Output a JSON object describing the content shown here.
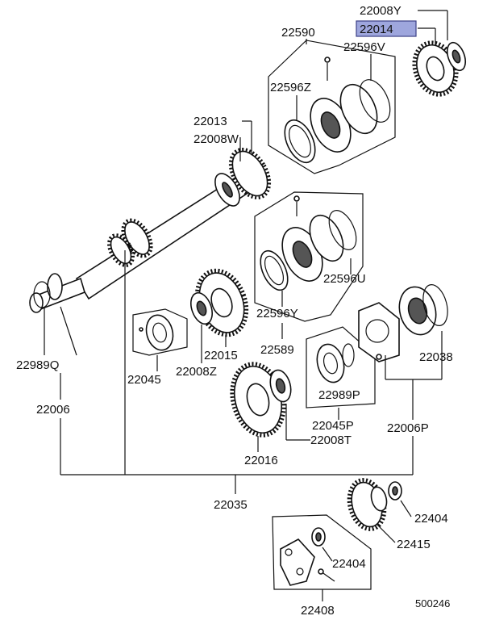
{
  "diagram_number": "500246",
  "highlighted_part": "22014",
  "highlight_color": "#9ea6dd",
  "labels": {
    "l_22008Y": "22008Y",
    "l_22014": "22014",
    "l_22590": "22590",
    "l_22596V": "22596V",
    "l_22596Z": "22596Z",
    "l_22013": "22013",
    "l_22008W": "22008W",
    "l_22596U": "22596U",
    "l_22596Y": "22596Y",
    "l_22589": "22589",
    "l_22015": "22015",
    "l_22008Z": "22008Z",
    "l_22045": "22045",
    "l_22989Q": "22989Q",
    "l_22006": "22006",
    "l_22038": "22038",
    "l_22989P": "22989P",
    "l_22045P": "22045P",
    "l_22006P": "22006P",
    "l_22008T": "22008T",
    "l_22016": "22016",
    "l_22035": "22035",
    "l_22404a": "22404",
    "l_22415": "22415",
    "l_22404b": "22404",
    "l_22408": "22408"
  }
}
